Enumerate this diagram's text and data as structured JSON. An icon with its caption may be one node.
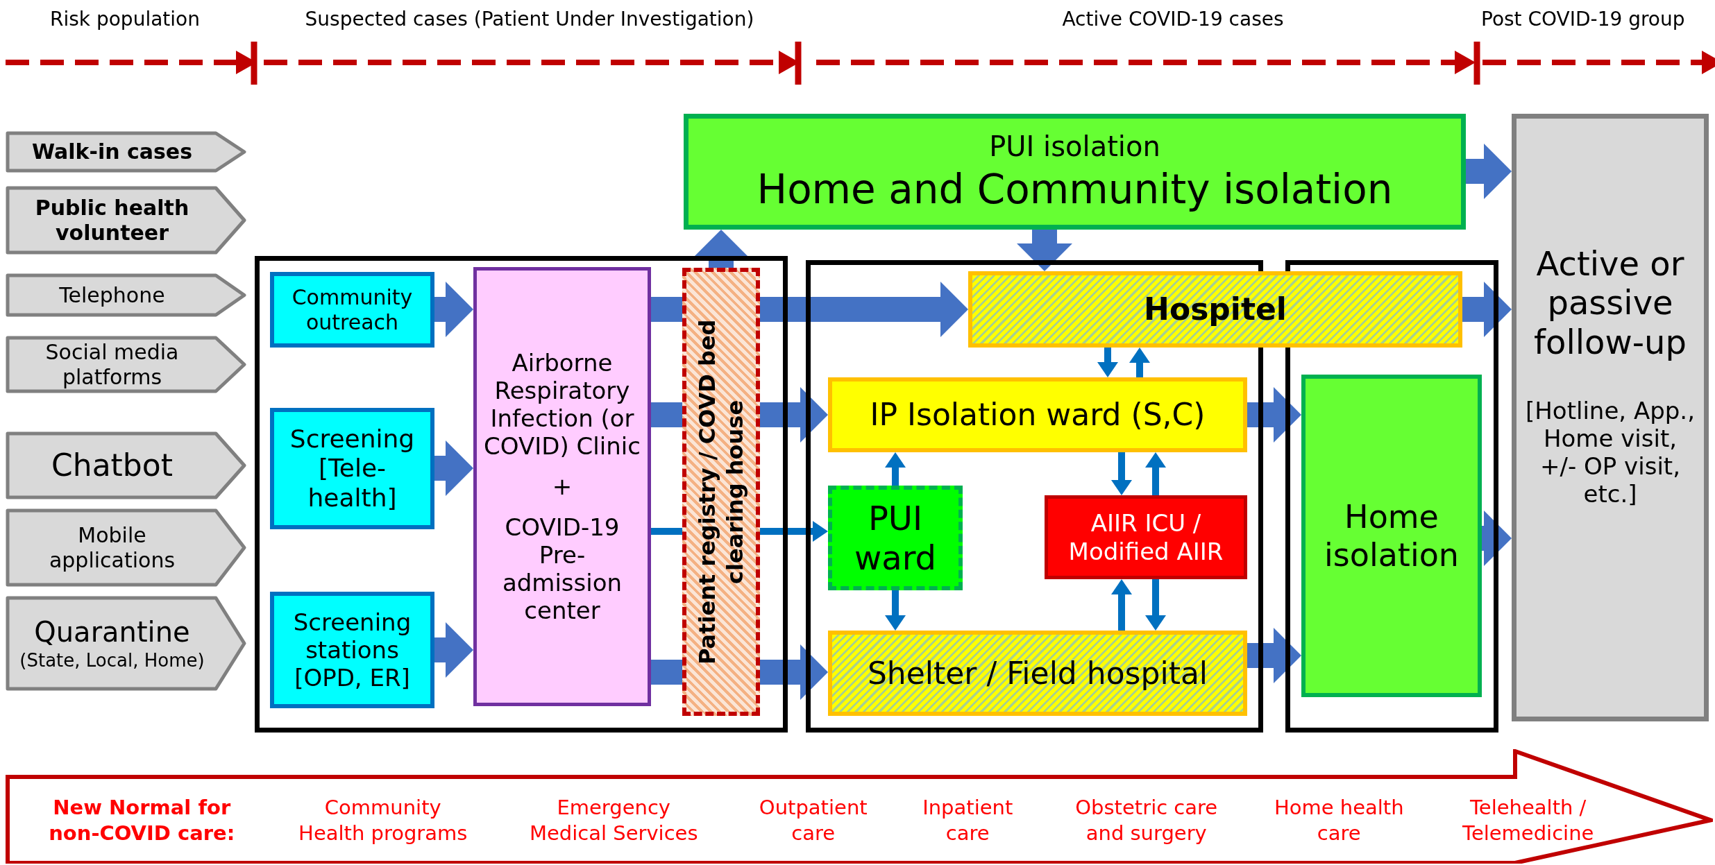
{
  "diagram": {
    "nodes": [
      {
        "text": [
          "Walk-in cases"
        ]
      },
      {
        "text": [
          "Public health volunteer"
        ]
      },
      {
        "text": [
          "Telephone"
        ]
      },
      {
        "text": [
          "Social media platforms"
        ]
      },
      {
        "text": [
          "Chatbot"
        ]
      },
      {
        "text": [
          "Mobile applications"
        ]
      },
      {
        "text": [
          "Quarantine",
          "(State, Local, Home)"
        ]
      },
      {
        "text": [],
        "shape": "box"
      },
      {
        "text": [
          "Community outreach"
        ],
        "in": 7
      },
      {
        "text": [
          "Screening [Tele-health]"
        ],
        "in": 7
      },
      {
        "text": [
          "Screening stations [OPD, ER]"
        ],
        "in": 7
      },
      {
        "text": [
          "Airborne Respiratory Infection (or COVID) Clinic",
          "+",
          "COVID-19 Pre-admission center"
        ],
        "in": 7
      },
      {
        "text": [
          "Patient registry / COVD bed clearing house"
        ],
        "in": 7
      },
      {
        "text": [
          "PUI isolation",
          "Home and Community isolation"
        ]
      },
      {
        "text": [],
        "shape": "box"
      },
      {
        "text": [
          "Hospitel"
        ]
      },
      {
        "text": [
          "IP Isolation ward (S,C)"
        ],
        "in": 14
      },
      {
        "text": [
          "PUI ward"
        ],
        "in": 14
      },
      {
        "text": [
          "AIIR ICU / Modified AIIR"
        ],
        "in": 14
      },
      {
        "text": [
          "Shelter / Field hospital"
        ],
        "in": 14
      },
      {
        "text": [],
        "shape": "box"
      },
      {
        "text": [
          "Home isolation"
        ],
        "in": 20
      },
      {
        "text": [
          "Active or passive follow-up",
          "[Hotline, App., Home visit, +/- OP visit, etc.]"
        ]
      },
      {
        "text": [
          "New Normal for non-COVID care:",
          "Community Health programs",
          "Emergency Medical Services",
          "Outpatient care",
          "Inpatient care",
          "Obstetric care and surgery",
          "Home health care",
          "Telehealth / Telemedicine"
        ]
      }
    ],
    "edges": [
      {
        "from": 8,
        "to": 11,
        "arrow": "to"
      },
      {
        "from": 9,
        "to": 11,
        "arrow": "to"
      },
      {
        "from": 10,
        "to": 11,
        "arrow": "to"
      },
      {
        "from": 11,
        "to": 12,
        "arrow": "none"
      },
      {
        "from": 11,
        "to": 12,
        "arrow": "none"
      },
      {
        "from": 11,
        "to": 12,
        "arrow": "none",
        "color": "#0070c0"
      },
      {
        "from": 11,
        "to": 12,
        "arrow": "none"
      },
      {
        "from": 12,
        "to": 15,
        "arrow": "to"
      },
      {
        "from": 12,
        "to": 16,
        "arrow": "to"
      },
      {
        "from": 12,
        "to": 17,
        "arrow": "to",
        "color": "#0070c0"
      },
      {
        "from": 12,
        "to": 19,
        "arrow": "to"
      },
      {
        "from": 12,
        "to": 13,
        "arrow": "to"
      },
      {
        "from": 13,
        "to": 15,
        "arrow": "to"
      },
      {
        "from": 13,
        "to": 22,
        "arrow": "to"
      },
      {
        "from": 15,
        "to": 22,
        "arrow": "to"
      },
      {
        "from": 15,
        "to": 16,
        "arrow": "to",
        "color": "#0070c0"
      },
      {
        "from": 16,
        "to": 15,
        "arrow": "to",
        "color": "#0070c0"
      },
      {
        "from": 17,
        "to": 16,
        "arrow": "to",
        "color": "#0070c0"
      },
      {
        "from": 17,
        "to": 19,
        "arrow": "to",
        "color": "#0070c0"
      },
      {
        "from": 16,
        "to": 18,
        "arrow": "to",
        "color": "#0070c0"
      },
      {
        "from": 18,
        "to": 16,
        "arrow": "to",
        "color": "#0070c0"
      },
      {
        "from": 19,
        "to": 18,
        "arrow": "to",
        "color": "#0070c0"
      },
      {
        "from": 18,
        "to": 19,
        "arrow": "to",
        "color": "#0070c0"
      },
      {
        "from": 16,
        "to": 21,
        "arrow": "to"
      },
      {
        "from": 19,
        "to": 21,
        "arrow": "to"
      },
      {
        "from": 21,
        "to": 22,
        "arrow": "to"
      }
    ],
    "labels": [
      "Risk population",
      "Suspected cases (Patient Under Investigation)",
      "Active COVID-19 cases",
      "Post COVID-19 group"
    ]
  }
}
